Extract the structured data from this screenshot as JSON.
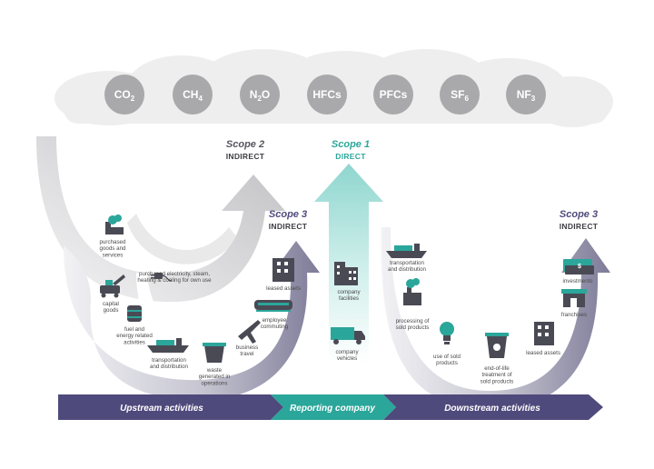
{
  "gases": [
    {
      "base": "CO",
      "sub": "2"
    },
    {
      "base": "CH",
      "sub": "4"
    },
    {
      "base": "N",
      "sub": "2",
      "tail": "O"
    },
    {
      "base": "HFCs",
      "sub": ""
    },
    {
      "base": "PFCs",
      "sub": ""
    },
    {
      "base": "SF",
      "sub": "6"
    },
    {
      "base": "NF",
      "sub": "3"
    }
  ],
  "scopes": {
    "scope2": {
      "title": "Scope 2",
      "sub": "INDIRECT"
    },
    "scope1": {
      "title": "Scope 1",
      "sub": "DIRECT"
    },
    "scope3_up": {
      "title": "Scope 3",
      "sub": "INDIRECT"
    },
    "scope3_down": {
      "title": "Scope 3",
      "sub": "INDIRECT"
    }
  },
  "labels": {
    "purchased_goods": [
      "purchased",
      "goods and",
      "services"
    ],
    "electricity": [
      "purchased electricity, steam,",
      "heating & cooling for own use"
    ],
    "capital_goods": [
      "capital",
      "goods"
    ],
    "fuel_energy": [
      "fuel and",
      "energy related",
      "activities"
    ],
    "transport_up": [
      "transportation",
      "and distribution"
    ],
    "waste": [
      "waste",
      "generated in",
      "operations"
    ],
    "business_travel": [
      "business",
      "travel"
    ],
    "employee_commuting": [
      "employee",
      "commuting"
    ],
    "leased_assets_up": [
      "leased assets"
    ],
    "company_facilities": [
      "company",
      "facilities"
    ],
    "company_vehicles": [
      "company",
      "vehicles"
    ],
    "transport_down": [
      "transportation",
      "and distribution"
    ],
    "processing": [
      "processing of",
      "sold products"
    ],
    "use_sold": [
      "use of sold",
      "products"
    ],
    "end_of_life": [
      "end-of-life",
      "treatment of",
      "sold products"
    ],
    "leased_assets_down": [
      "leased assets"
    ],
    "franchises": [
      "franchises"
    ],
    "investments": [
      "investments"
    ]
  },
  "bands": {
    "upstream": "Upstream activities",
    "reporting": "Reporting company",
    "downstream": "Downstream activities"
  },
  "colors": {
    "purple": "#4f4a7c",
    "teal": "#2ba69a",
    "teal_light": "#a7ddd8",
    "gray_circle": "#a9a9ab",
    "cloud": "#eeeeef",
    "icon": "#4a4a55"
  }
}
